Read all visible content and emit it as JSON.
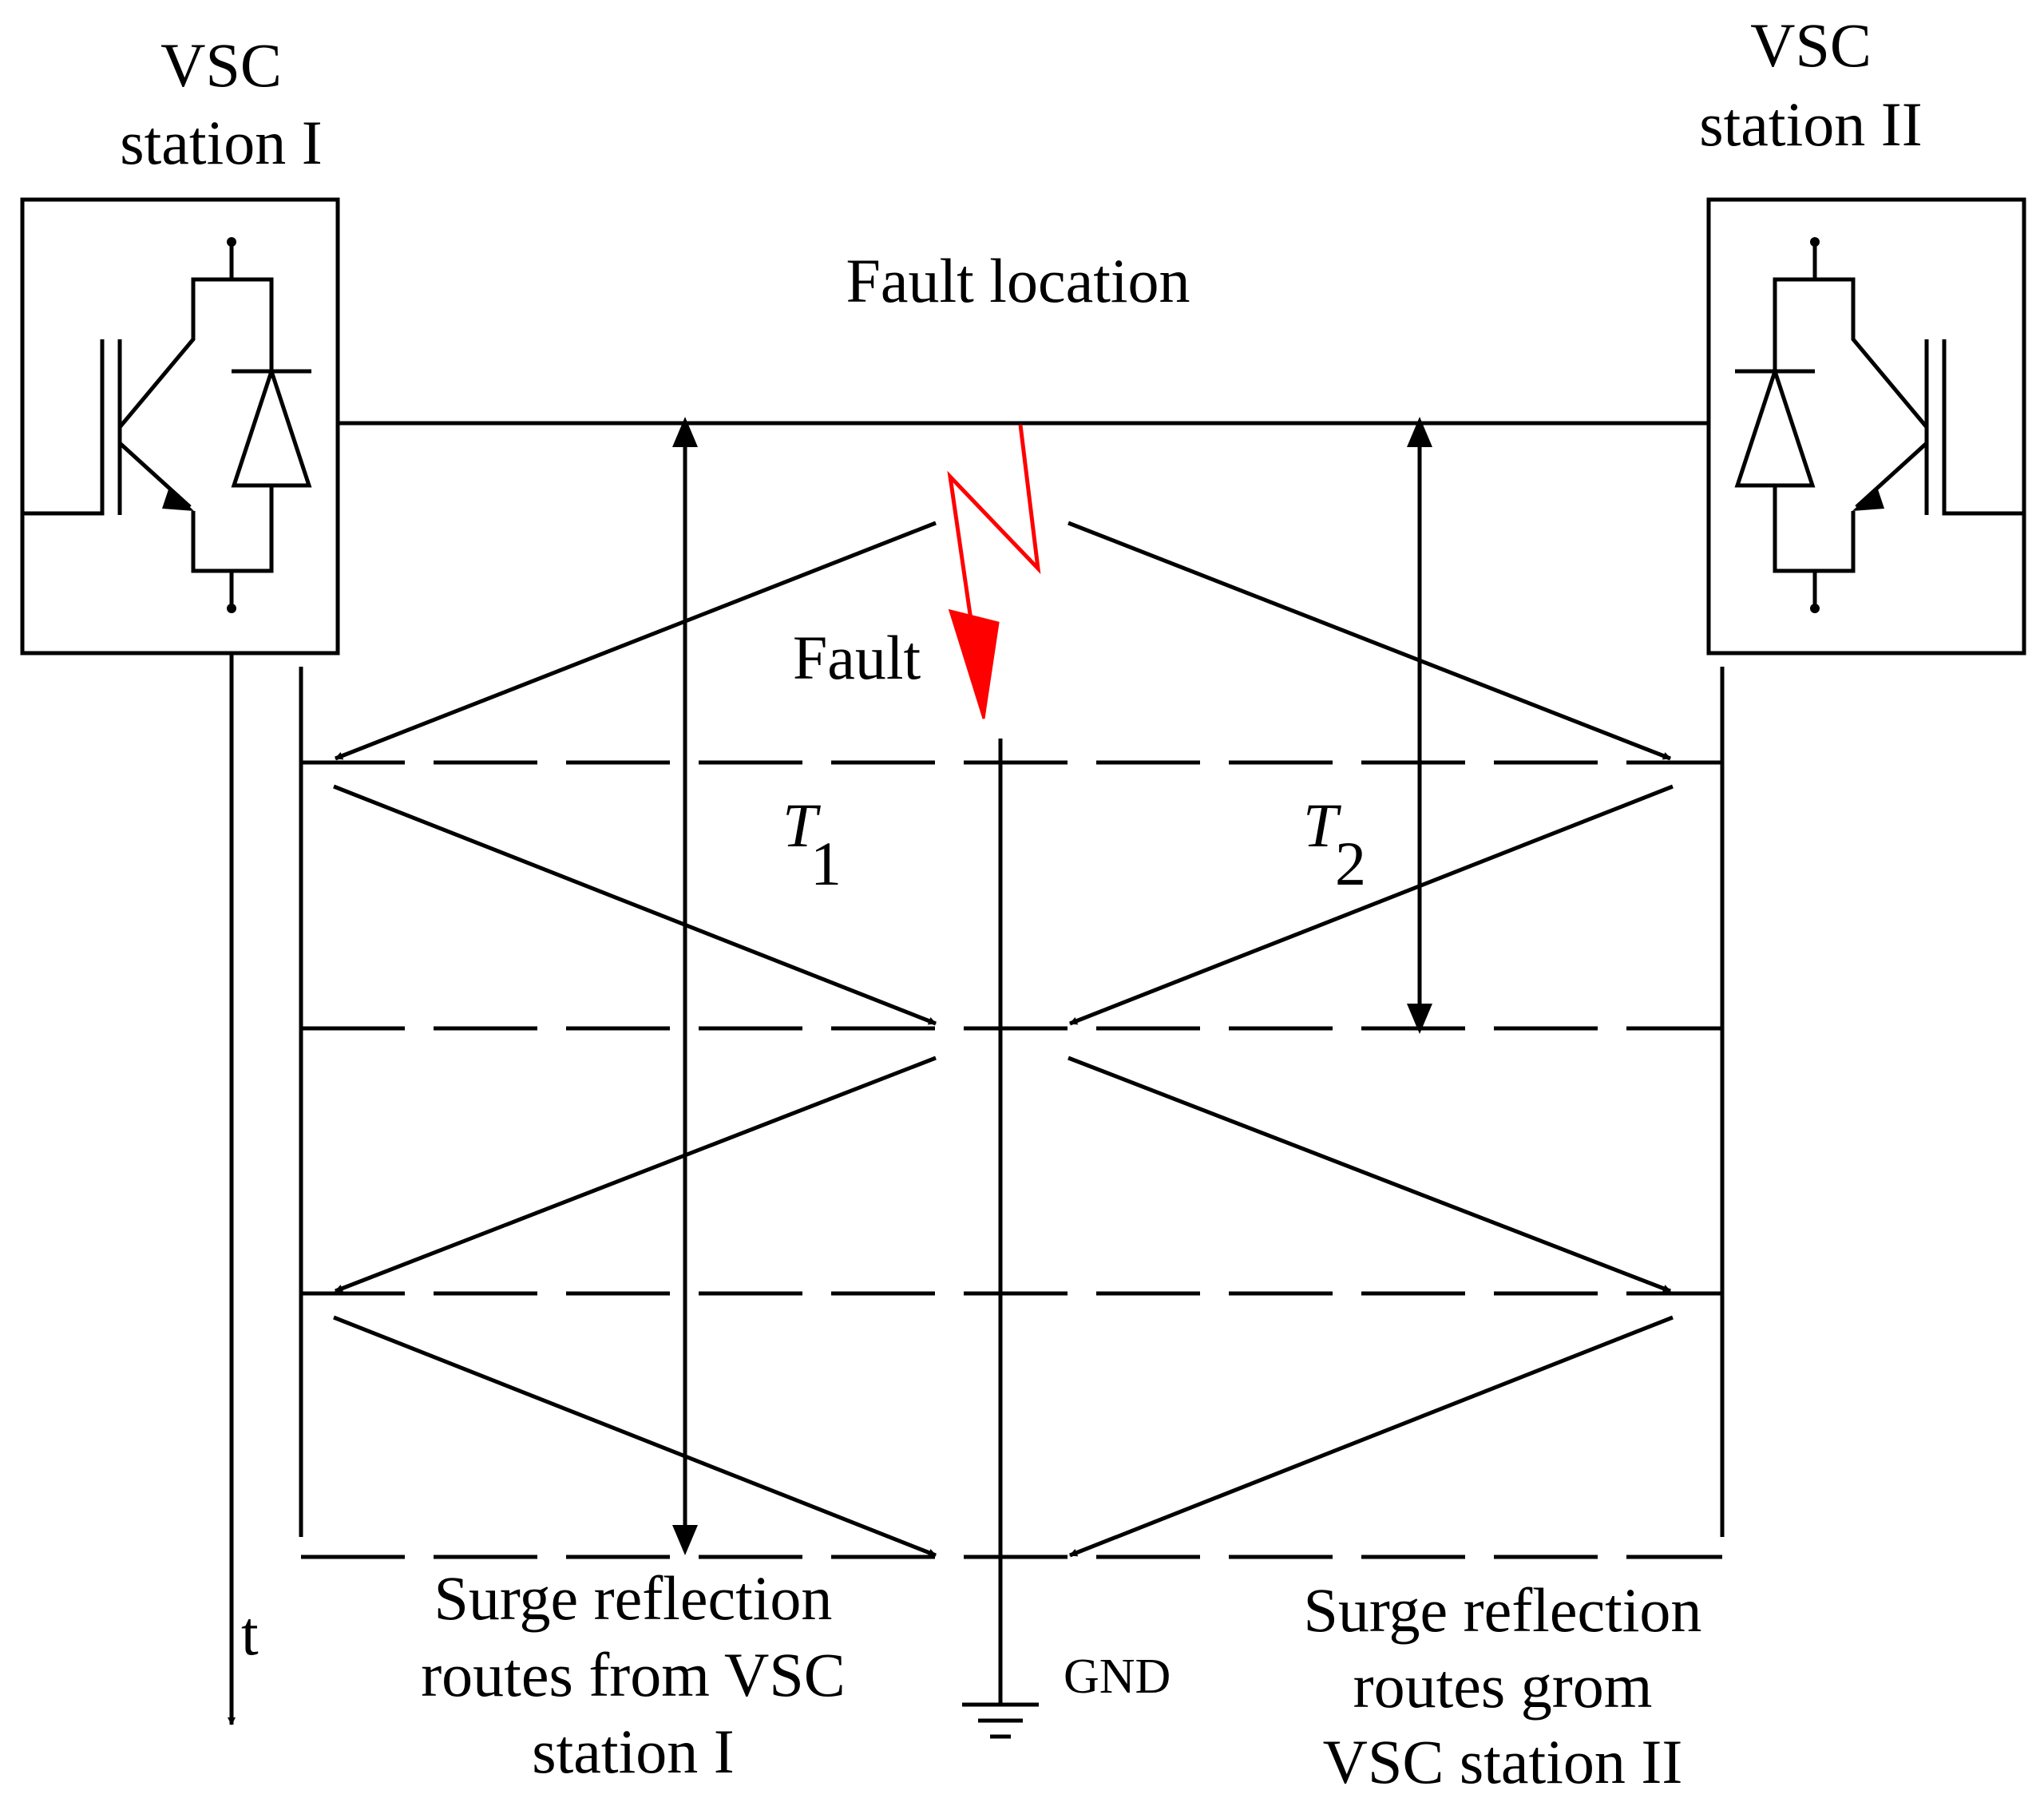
{
  "labels": {
    "station1_line1": "VSC",
    "station1_line2": "station I",
    "station2_line1": "VSC",
    "station2_line2": "station II",
    "fault_location": "Fault location",
    "fault": "Fault",
    "t1_main": "T",
    "t1_sub": "1",
    "t2_main": "T",
    "t2_sub": "2",
    "time_axis": "t",
    "gnd": "GND",
    "routes1_line1": "Surge reflection",
    "routes1_line2": "routes from VSC",
    "routes1_line3": "station I",
    "routes2_line1": "Surge reflection",
    "routes2_line2": "routes grom",
    "routes2_line3": "VSC station II"
  },
  "colors": {
    "line": "#000000",
    "fault": "#ff0000"
  }
}
